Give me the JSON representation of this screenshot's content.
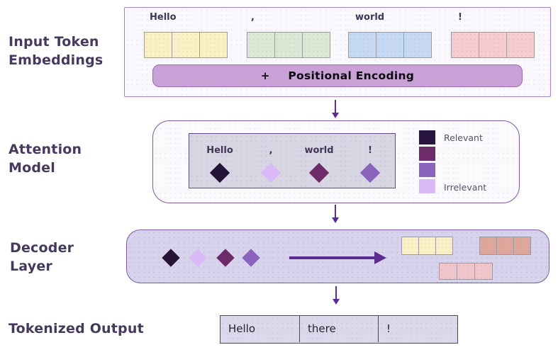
{
  "labels": {
    "input": "Input Token\nEmbeddings",
    "attention": "Attention\nModel",
    "decoder": "Decoder\nLayer",
    "output": "Tokenized Output"
  },
  "input_section": {
    "tokens": [
      {
        "text": "Hello",
        "cell_color": "#FAF0C6"
      },
      {
        "text": ",",
        "cell_color": "#D9E9D5"
      },
      {
        "text": "world",
        "cell_color": "#C5D9F3"
      },
      {
        "text": "!",
        "cell_color": "#F5CDCE"
      }
    ],
    "positional_encoding": {
      "plus": "+",
      "label": "Positional Encoding"
    }
  },
  "attention_section": {
    "tokens": [
      {
        "text": "Hello",
        "diamond_color": "#251237"
      },
      {
        "text": ",",
        "diamond_color": "#D9BAF6"
      },
      {
        "text": "world",
        "diamond_color": "#6D2C69"
      },
      {
        "text": "!",
        "diamond_color": "#8A63BD"
      }
    ],
    "legend": {
      "relevant_label": "Relevant",
      "irrelevant_label": "Irrelevant",
      "swatches": [
        "#2A1440",
        "#6D2C69",
        "#8A63BD",
        "#D9BAF6"
      ]
    }
  },
  "decoder_section": {
    "diamonds": [
      "#251237",
      "#D9BAF6",
      "#6D2C69",
      "#8A63BD"
    ],
    "cell_rows": [
      {
        "name": "yellow-row",
        "color": "#FAF0C6"
      },
      {
        "name": "salmon-row",
        "color": "#DFA69B"
      },
      {
        "name": "pink-row",
        "color": "#F2C5CB"
      }
    ]
  },
  "output_section": {
    "tokens": [
      "Hello",
      "there",
      "!"
    ]
  },
  "palette": {
    "label_text": "#453A5E",
    "arrow": "#5C2D91",
    "pe_bar_bg": "#C9A1D6",
    "pe_bar_border": "#9D6BB5"
  }
}
